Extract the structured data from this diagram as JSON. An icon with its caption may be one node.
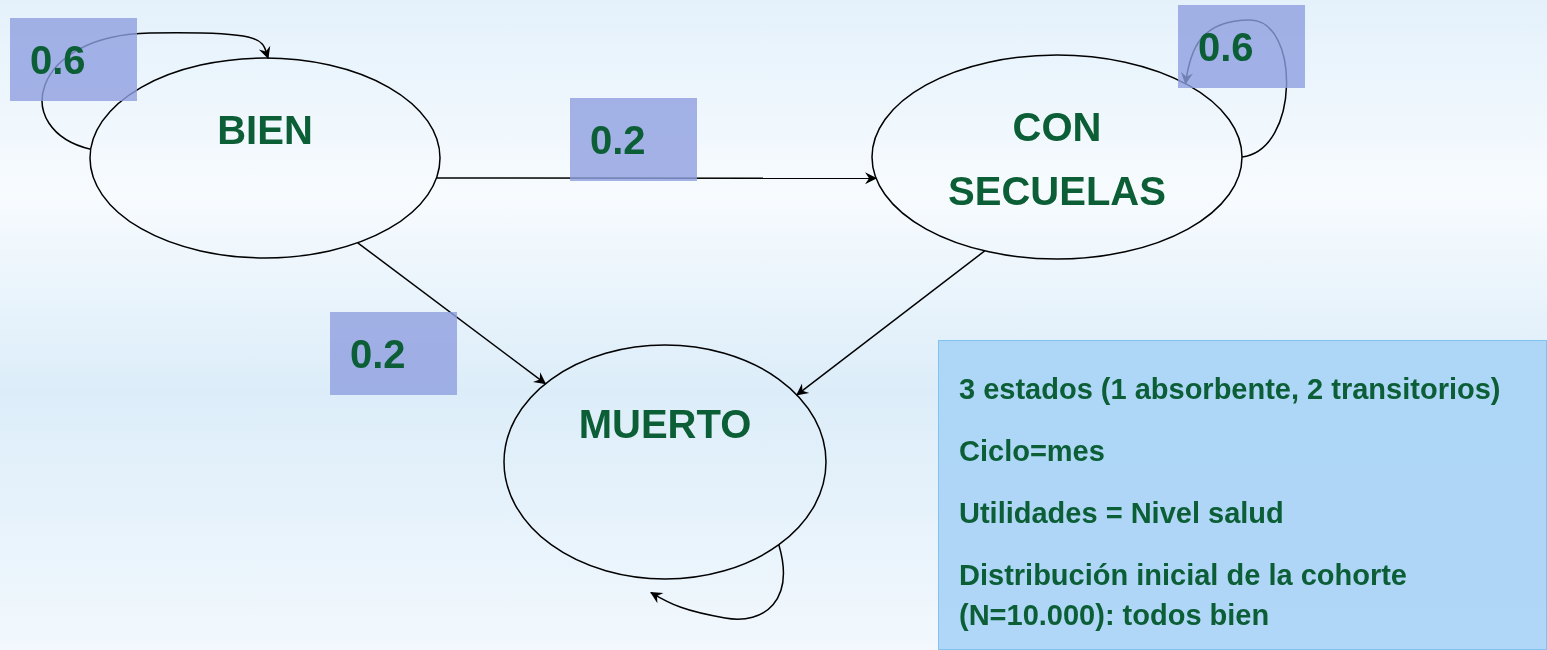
{
  "diagram": {
    "nodes": [
      {
        "text": [
          "BIEN"
        ]
      },
      {
        "text": [
          "CON SECUELAS"
        ]
      },
      {
        "text": [
          "MUERTO"
        ]
      },
      {
        "text": [
          "3 estados (1 absorbente, 2 transitorios)",
          "Ciclo=mes",
          "Utilidades = Nivel salud",
          "Distribución inicial de la cohorte (N=10.000): todos bien"
        ]
      }
    ],
    "edges": [
      {
        "from": 0,
        "to": 0,
        "arrow": "to",
        "label": "0.6"
      },
      {
        "from": 0,
        "to": 1,
        "arrow": "to",
        "label": "0.2"
      },
      {
        "from": 0,
        "to": 2,
        "arrow": "to",
        "label": "0.2"
      },
      {
        "from": 1,
        "to": 2,
        "arrow": "to"
      },
      {
        "from": 1,
        "to": 1,
        "arrow": "to",
        "label": "0.6"
      },
      {
        "from": 2,
        "to": 2,
        "arrow": "to"
      }
    ]
  }
}
